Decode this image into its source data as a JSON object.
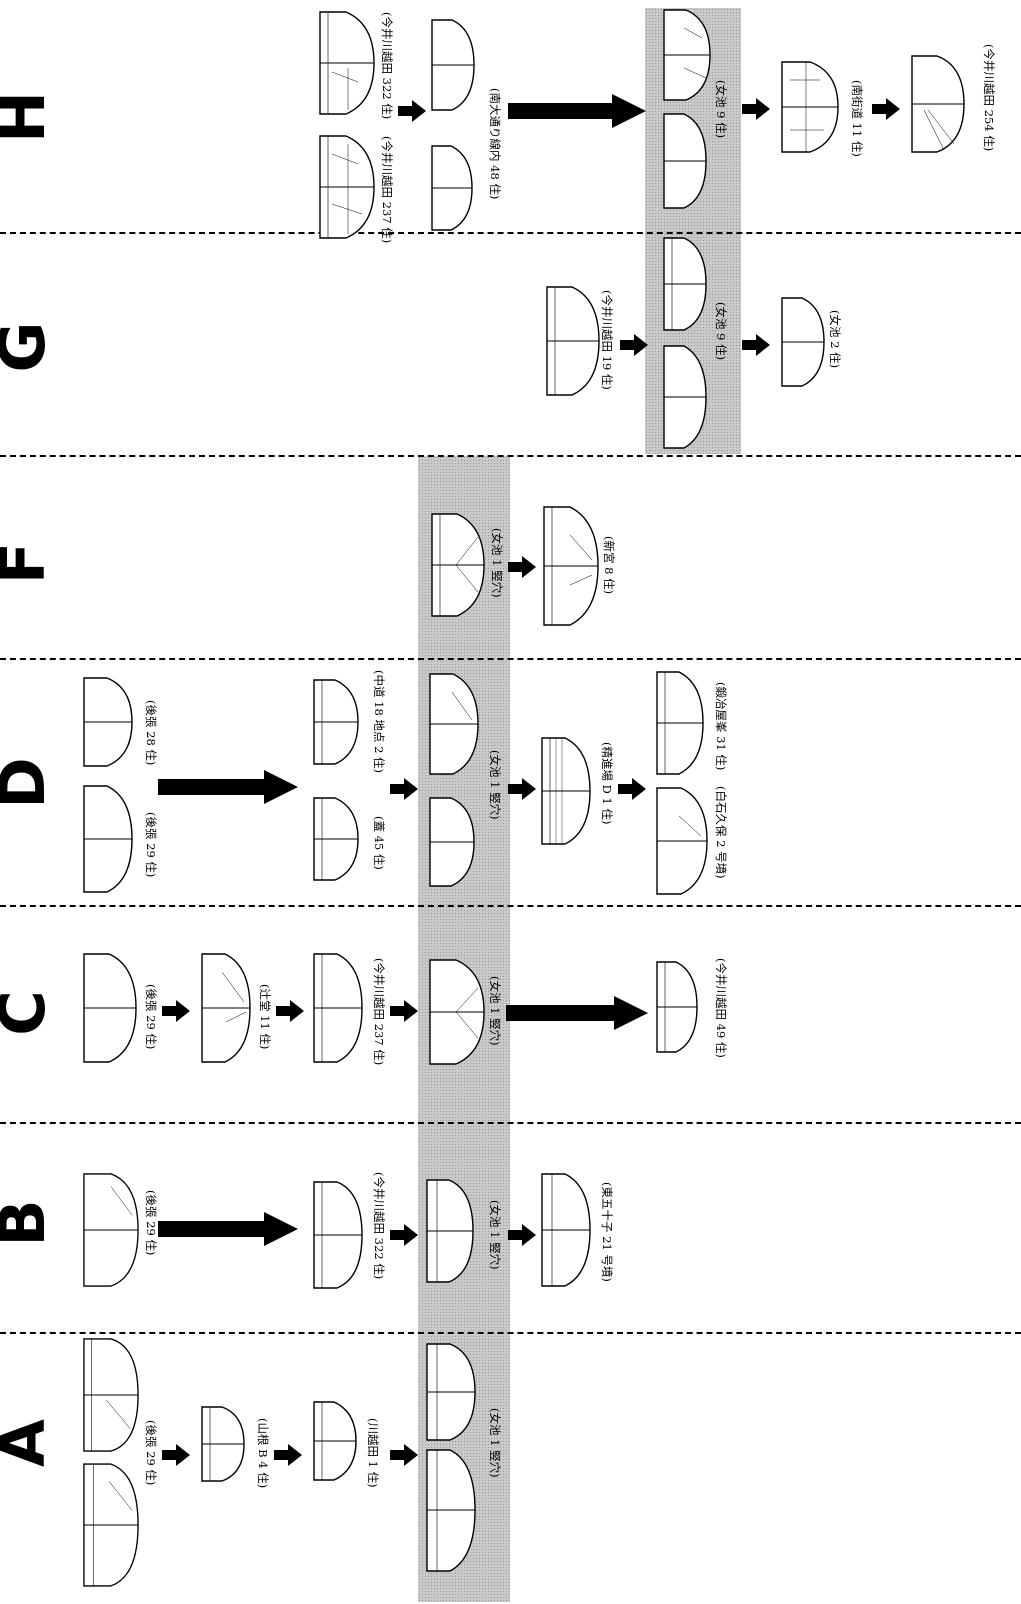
{
  "groups": [
    {
      "letter": "A",
      "labels": [
        "(後張 29 住)",
        "(山根 B 4 住)",
        "(川越田 1 住)",
        "(女池 1 竪穴)"
      ]
    },
    {
      "letter": "B",
      "labels": [
        "(後張 29 住)",
        "(今井川越田 322 住)",
        "(女池 1 竪穴)",
        "(東五十子 21 号墳)"
      ]
    },
    {
      "letter": "C",
      "labels": [
        "(後張 29 住)",
        "(辻堂 11 住)",
        "(今井川越田 237 住)",
        "(女池 1 竪穴)",
        "(今井川越田 49 住)"
      ]
    },
    {
      "letter": "D",
      "labels": [
        "(後張 29 住)",
        "(後張 28 住)",
        "(蓋 45 住)",
        "(中道 18 地点 2 住)",
        "(女池 1 竪穴)",
        "(精進場 D 1 住)",
        "(白石久保 2 号墳)",
        "(鍛冶屋峯 31 住)"
      ]
    },
    {
      "letter": "F",
      "labels": [
        "(女池 1 竪穴)",
        "(新宮 8 住)"
      ]
    },
    {
      "letter": "G",
      "labels": [
        "(今井川越田 19 住)",
        "(女池 9 住)",
        "(女池 2 住)"
      ]
    },
    {
      "letter": "H",
      "labels": [
        "(今井川越田 237 住)",
        "(今井川越田 322 住)",
        "(南大通り線内 48 住)",
        "(女池 9 住)",
        "(南街道 11 住)",
        "(今井川越田 254 住)"
      ]
    }
  ]
}
